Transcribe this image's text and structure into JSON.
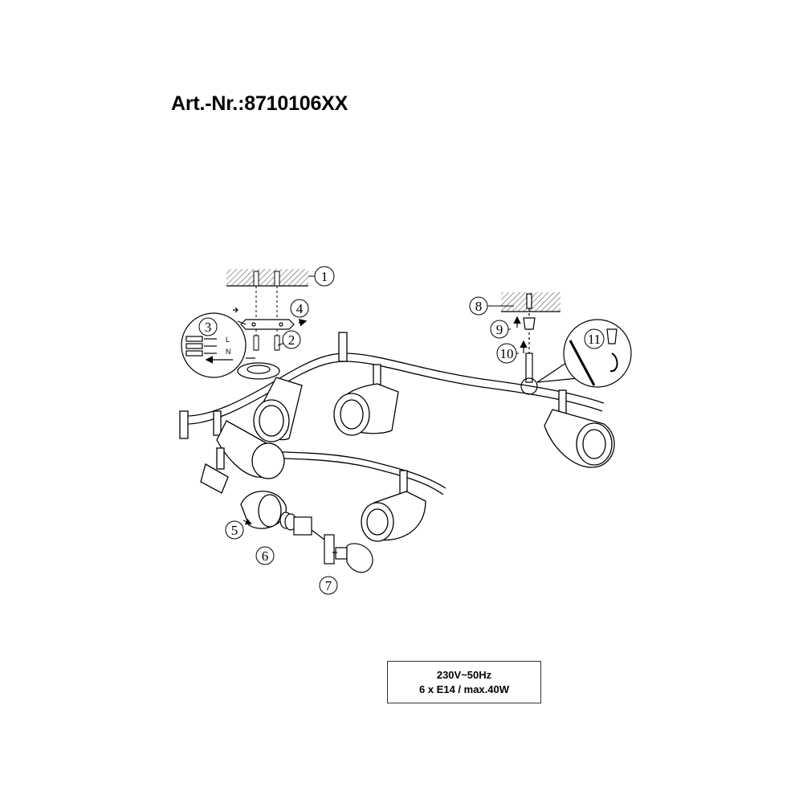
{
  "title": "Art.-Nr.:8710106XX",
  "callouts": {
    "c1": "1",
    "c2": "2",
    "c3": "3",
    "c4": "4",
    "c5": "5",
    "c6": "6",
    "c7": "7",
    "c8": "8",
    "c9": "9",
    "c10": "10",
    "c11": "11"
  },
  "wiring_labels": {
    "l": "L",
    "n": "N"
  },
  "spec": {
    "voltage": "230V~50Hz",
    "bulbs": "6 x E14 / max.40W"
  },
  "colors": {
    "line": "#000000",
    "hatch": "#555555",
    "background": "#ffffff"
  }
}
